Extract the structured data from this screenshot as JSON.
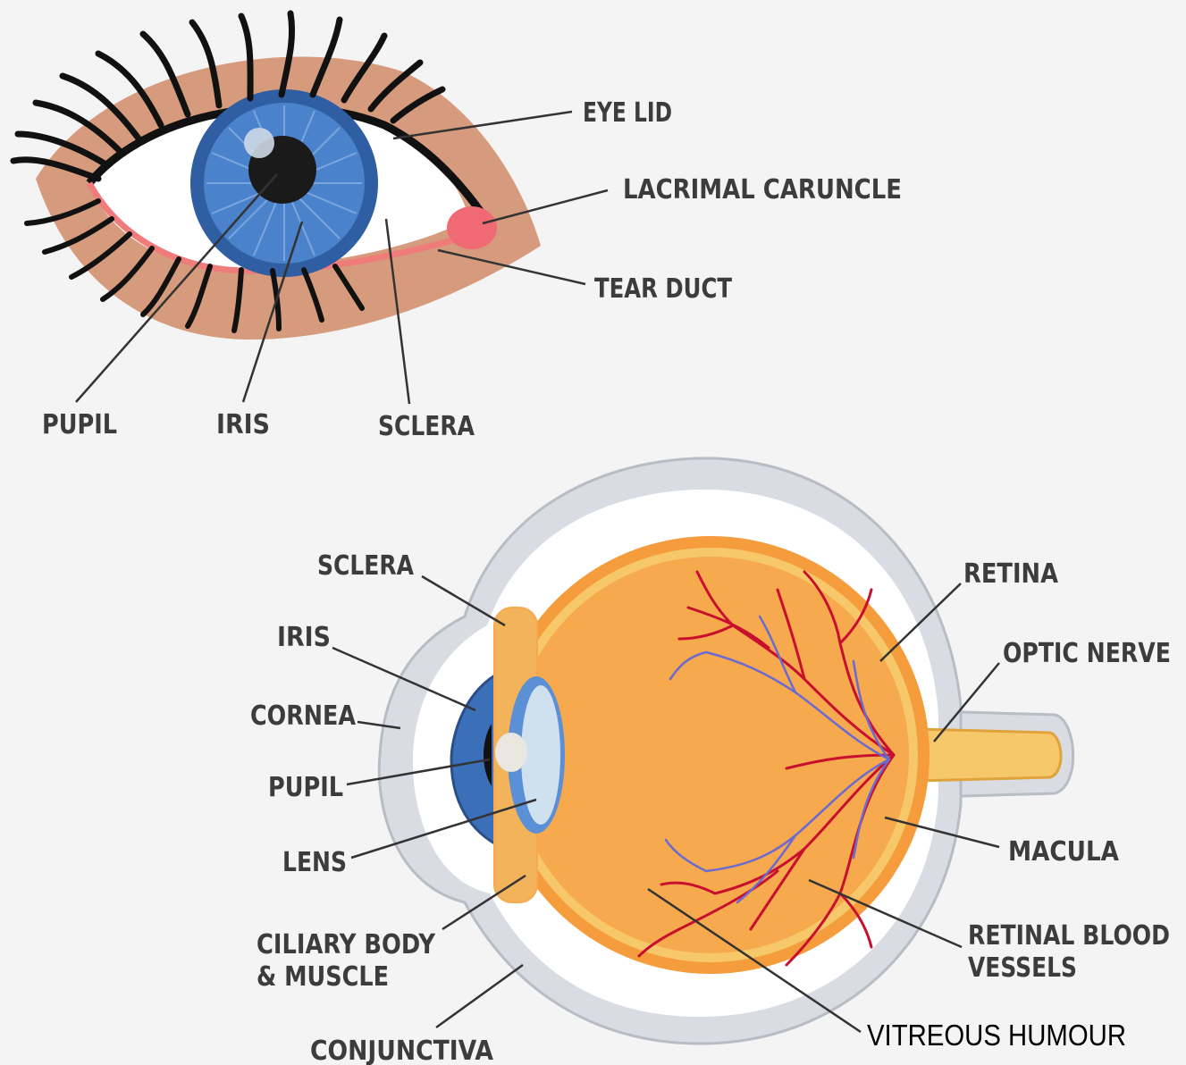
{
  "front_view": {
    "labels": {
      "eye_lid": "EYE LID",
      "lacrimal_caruncle": "LACRIMAL CARUNCLE",
      "tear_duct": "TEAR DUCT",
      "pupil": "PUPIL",
      "iris": "IRIS",
      "sclera": "SCLERA"
    }
  },
  "cross_section": {
    "labels": {
      "sclera": "SCLERA",
      "iris": "IRIS",
      "cornea": "CORNEA",
      "pupil": "PUPIL",
      "lens": "LENS",
      "ciliary_body_line1": "CILIARY BODY",
      "ciliary_body_line2": "& MUSCLE",
      "conjunctiva": "CONJUNCTIVA",
      "retina": "RETINA",
      "optic_nerve": "OPTIC NERVE",
      "macula": "MACULA",
      "retinal_vessels_line1": "RETINAL BLOOD",
      "retinal_vessels_line2": "VESSELS",
      "vitreous_humour": "VITREOUS HUMOUR"
    }
  },
  "colors": {
    "background": "#f4f4f4",
    "skin": "#d69b7c",
    "iris_blue": "#3b6fb8",
    "sclera_white": "#ffffff",
    "eyeball_orange": "#f7a94e",
    "vessel_red": "#c8102e",
    "vessel_blue": "#6a6ad0",
    "label_text": "#3c3c3c"
  }
}
